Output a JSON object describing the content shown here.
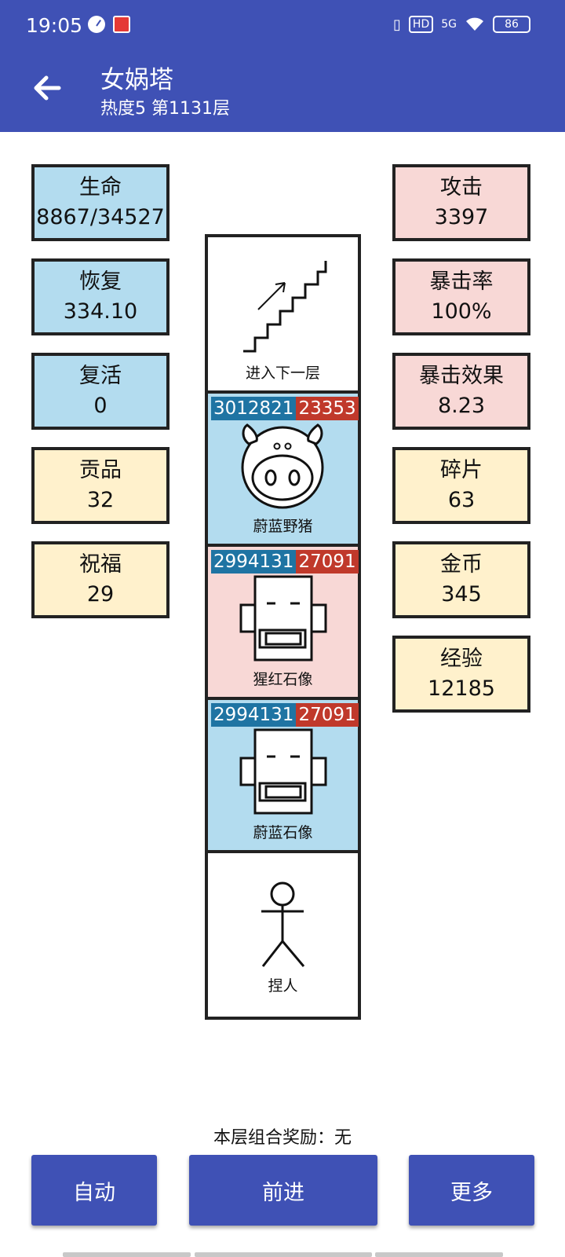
{
  "status": {
    "time": "19:05",
    "hd": "HD",
    "net": "5G",
    "battery": "86"
  },
  "header": {
    "title": "女娲塔",
    "subtitle": "热度5 第1131层"
  },
  "stats_left": [
    {
      "label": "生命",
      "value": "8867/34527"
    },
    {
      "label": "恢复",
      "value": "334.10"
    },
    {
      "label": "复活",
      "value": "0"
    },
    {
      "label": "贡品",
      "value": "32"
    },
    {
      "label": "祝福",
      "value": "29"
    }
  ],
  "stats_right": [
    {
      "label": "攻击",
      "value": "3397"
    },
    {
      "label": "暴击率",
      "value": "100%"
    },
    {
      "label": "暴击效果",
      "value": "8.23"
    },
    {
      "label": "碎片",
      "value": "63"
    },
    {
      "label": "金币",
      "value": "345"
    },
    {
      "label": "经验",
      "value": "12185"
    }
  ],
  "tower": {
    "floors": [
      {
        "name": "进入下一层"
      },
      {
        "name": "蔚蓝野猪",
        "hp": "3012821",
        "atk": "23353"
      },
      {
        "name": "猩红石像",
        "hp": "2994131",
        "atk": "27091"
      },
      {
        "name": "蔚蓝石像",
        "hp": "2994131",
        "atk": "27091"
      },
      {
        "name": "捏人"
      }
    ]
  },
  "reward_text": "本层组合奖励：无",
  "buttons": {
    "auto": "自动",
    "forward": "前进",
    "more": "更多"
  },
  "colors": {
    "accent": "#3f51b5",
    "blue_box": "#b3dcef",
    "pink_box": "#f8d8d6",
    "yellow_box": "#fff1cc"
  }
}
